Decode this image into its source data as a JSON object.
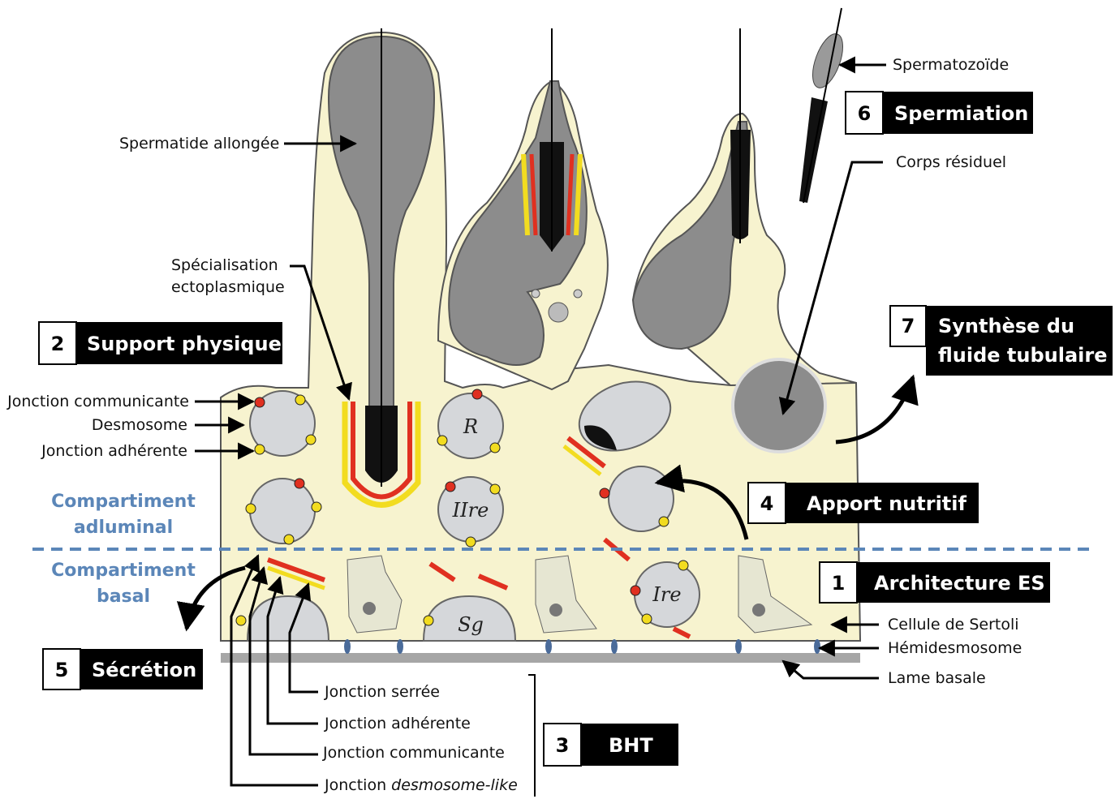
{
  "labels": {
    "spermatide": "Spermatide allongée",
    "specialisation_1": "Spécialisation",
    "specialisation_2": "ectoplasmique",
    "jonction_communicante": "Jonction communicante",
    "desmosome": "Desmosome",
    "jonction_adherente": "Jonction adhérente",
    "spermatozoide": "Spermatozoïde",
    "corps_residuel": "Corps résiduel",
    "cellule_sertoli": "Cellule de Sertoli",
    "hemidesmosome": "Hémidesmosome",
    "lame_basale": "Lame basale",
    "bht_jonction_serree": "Jonction serrée",
    "bht_jonction_adherente": "Jonction adhérente",
    "bht_jonction_communicante": "Jonction communicante",
    "bht_desmosome_prefix": "Jonction ",
    "bht_desmosome_italic": "desmosome-like"
  },
  "compartments": {
    "adluminal_1": "Compartiment",
    "adluminal_2": "adluminal",
    "basal_1": "Compartiment",
    "basal_2": "basal"
  },
  "cells": {
    "r": "R",
    "iire": "IIre",
    "ire": "Ire",
    "sg": "Sg"
  },
  "functions": [
    {
      "num": "1",
      "title": "Architecture ES"
    },
    {
      "num": "2",
      "title": "Support physique"
    },
    {
      "num": "3",
      "title": "BHT"
    },
    {
      "num": "4",
      "title": "Apport nutritif"
    },
    {
      "num": "5",
      "title": "Sécrétion"
    },
    {
      "num": "6",
      "title": "Spermiation"
    },
    {
      "num": "7",
      "title_1": "Synthèse du",
      "title_2": "fluide tubulaire"
    }
  ],
  "colors": {
    "cytoplasm": "#f7f3cf",
    "cell_grey": "#d5d7da",
    "dark_grey": "#8c8c8c",
    "compartment_blue": "#5b86b8",
    "junction_red": "#e03020",
    "junction_yellow": "#f2dc20"
  }
}
